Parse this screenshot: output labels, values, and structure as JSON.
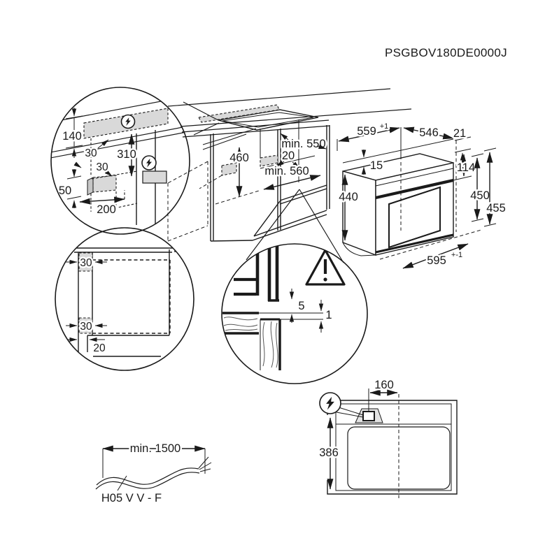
{
  "model_code": "PSGBOV180DE0000J",
  "colors": {
    "line": "#1a1a1a",
    "shade": "#d9d9d9",
    "shade_dark": "#c6c6c6",
    "panel": "#e3e3e3"
  },
  "icons": {
    "electrical": "lightning-bolt-in-circle",
    "warning": "warning-exclamation-triangle"
  },
  "details": {
    "wall_zone": {
      "h140": "140",
      "off30": "30",
      "h310": "310",
      "off30b": "30",
      "h50": "50",
      "w200": "200"
    },
    "niche": {
      "h460": "460",
      "min550": "min. 550",
      "gap20": "20",
      "min560": "min. 560"
    },
    "oven": {
      "w559": "559",
      "w559_tol": "+1",
      "d546": "546",
      "g21": "21",
      "g15": "15",
      "h114": "114",
      "h440": "440",
      "h450": "450",
      "h455": "455",
      "d595": "595",
      "d595_tol": "+-1"
    },
    "corner": {
      "top30": "30",
      "bottom30": "30",
      "off20": "20"
    },
    "gap": {
      "g5": "5",
      "g1": "1"
    },
    "cable": {
      "min_length": "min. 1500",
      "cable_type": "H05 V V - F"
    },
    "top_view": {
      "off160": "160",
      "d386": "386"
    }
  }
}
